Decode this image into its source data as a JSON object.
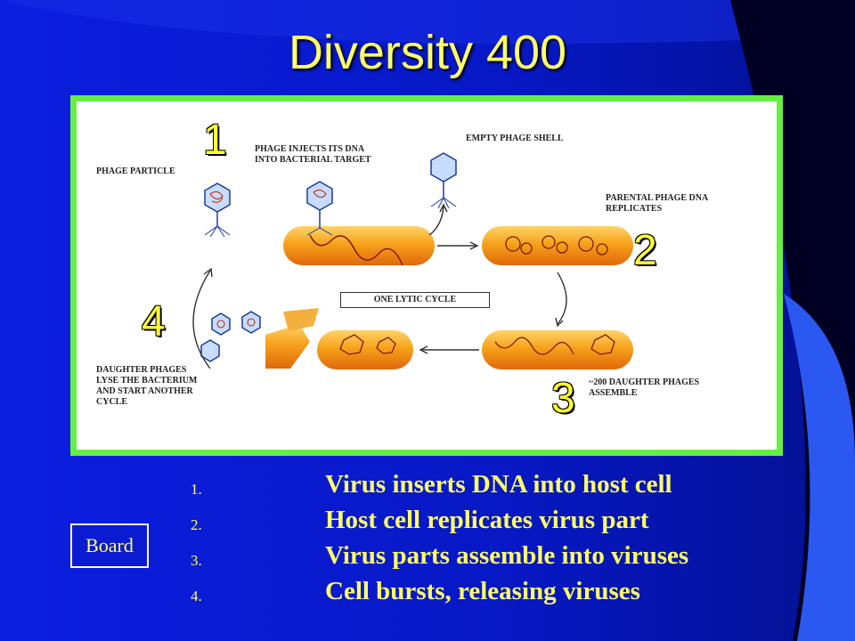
{
  "slide": {
    "title": "Diversity 400",
    "colors": {
      "background": "#0a1bd2",
      "title": "#ffff66",
      "frame": "#66ee44",
      "right_panel": "#000033"
    }
  },
  "diagram": {
    "labels": {
      "phage_particle": "PHAGE PARTICLE",
      "phage_injects": "PHAGE INJECTS ITS DNA\nINTO BACTERIAL TARGET",
      "empty_shell": "EMPTY PHAGE SHELL",
      "parental_dna": "PARENTAL PHAGE DNA\nREPLICATES",
      "one_lytic_cycle": "ONE LYTIC CYCLE",
      "daughter_lyse": "DAUGHTER PHAGES\nLYSE THE BACTERIUM\nAND START ANOTHER\nCYCLE",
      "daughter_assemble": "~200 DAUGHTER PHAGES\nASSEMBLE"
    },
    "step_numbers": [
      "1",
      "2",
      "3",
      "4"
    ]
  },
  "answers": [
    {
      "num": "1.",
      "text": "Virus inserts DNA into host cell"
    },
    {
      "num": "2.",
      "text": "Host cell replicates virus part"
    },
    {
      "num": "3.",
      "text": "Virus parts assemble into viruses"
    },
    {
      "num": "4.",
      "text": "Cell bursts, releasing viruses"
    }
  ],
  "nav": {
    "board_label": "Board"
  }
}
